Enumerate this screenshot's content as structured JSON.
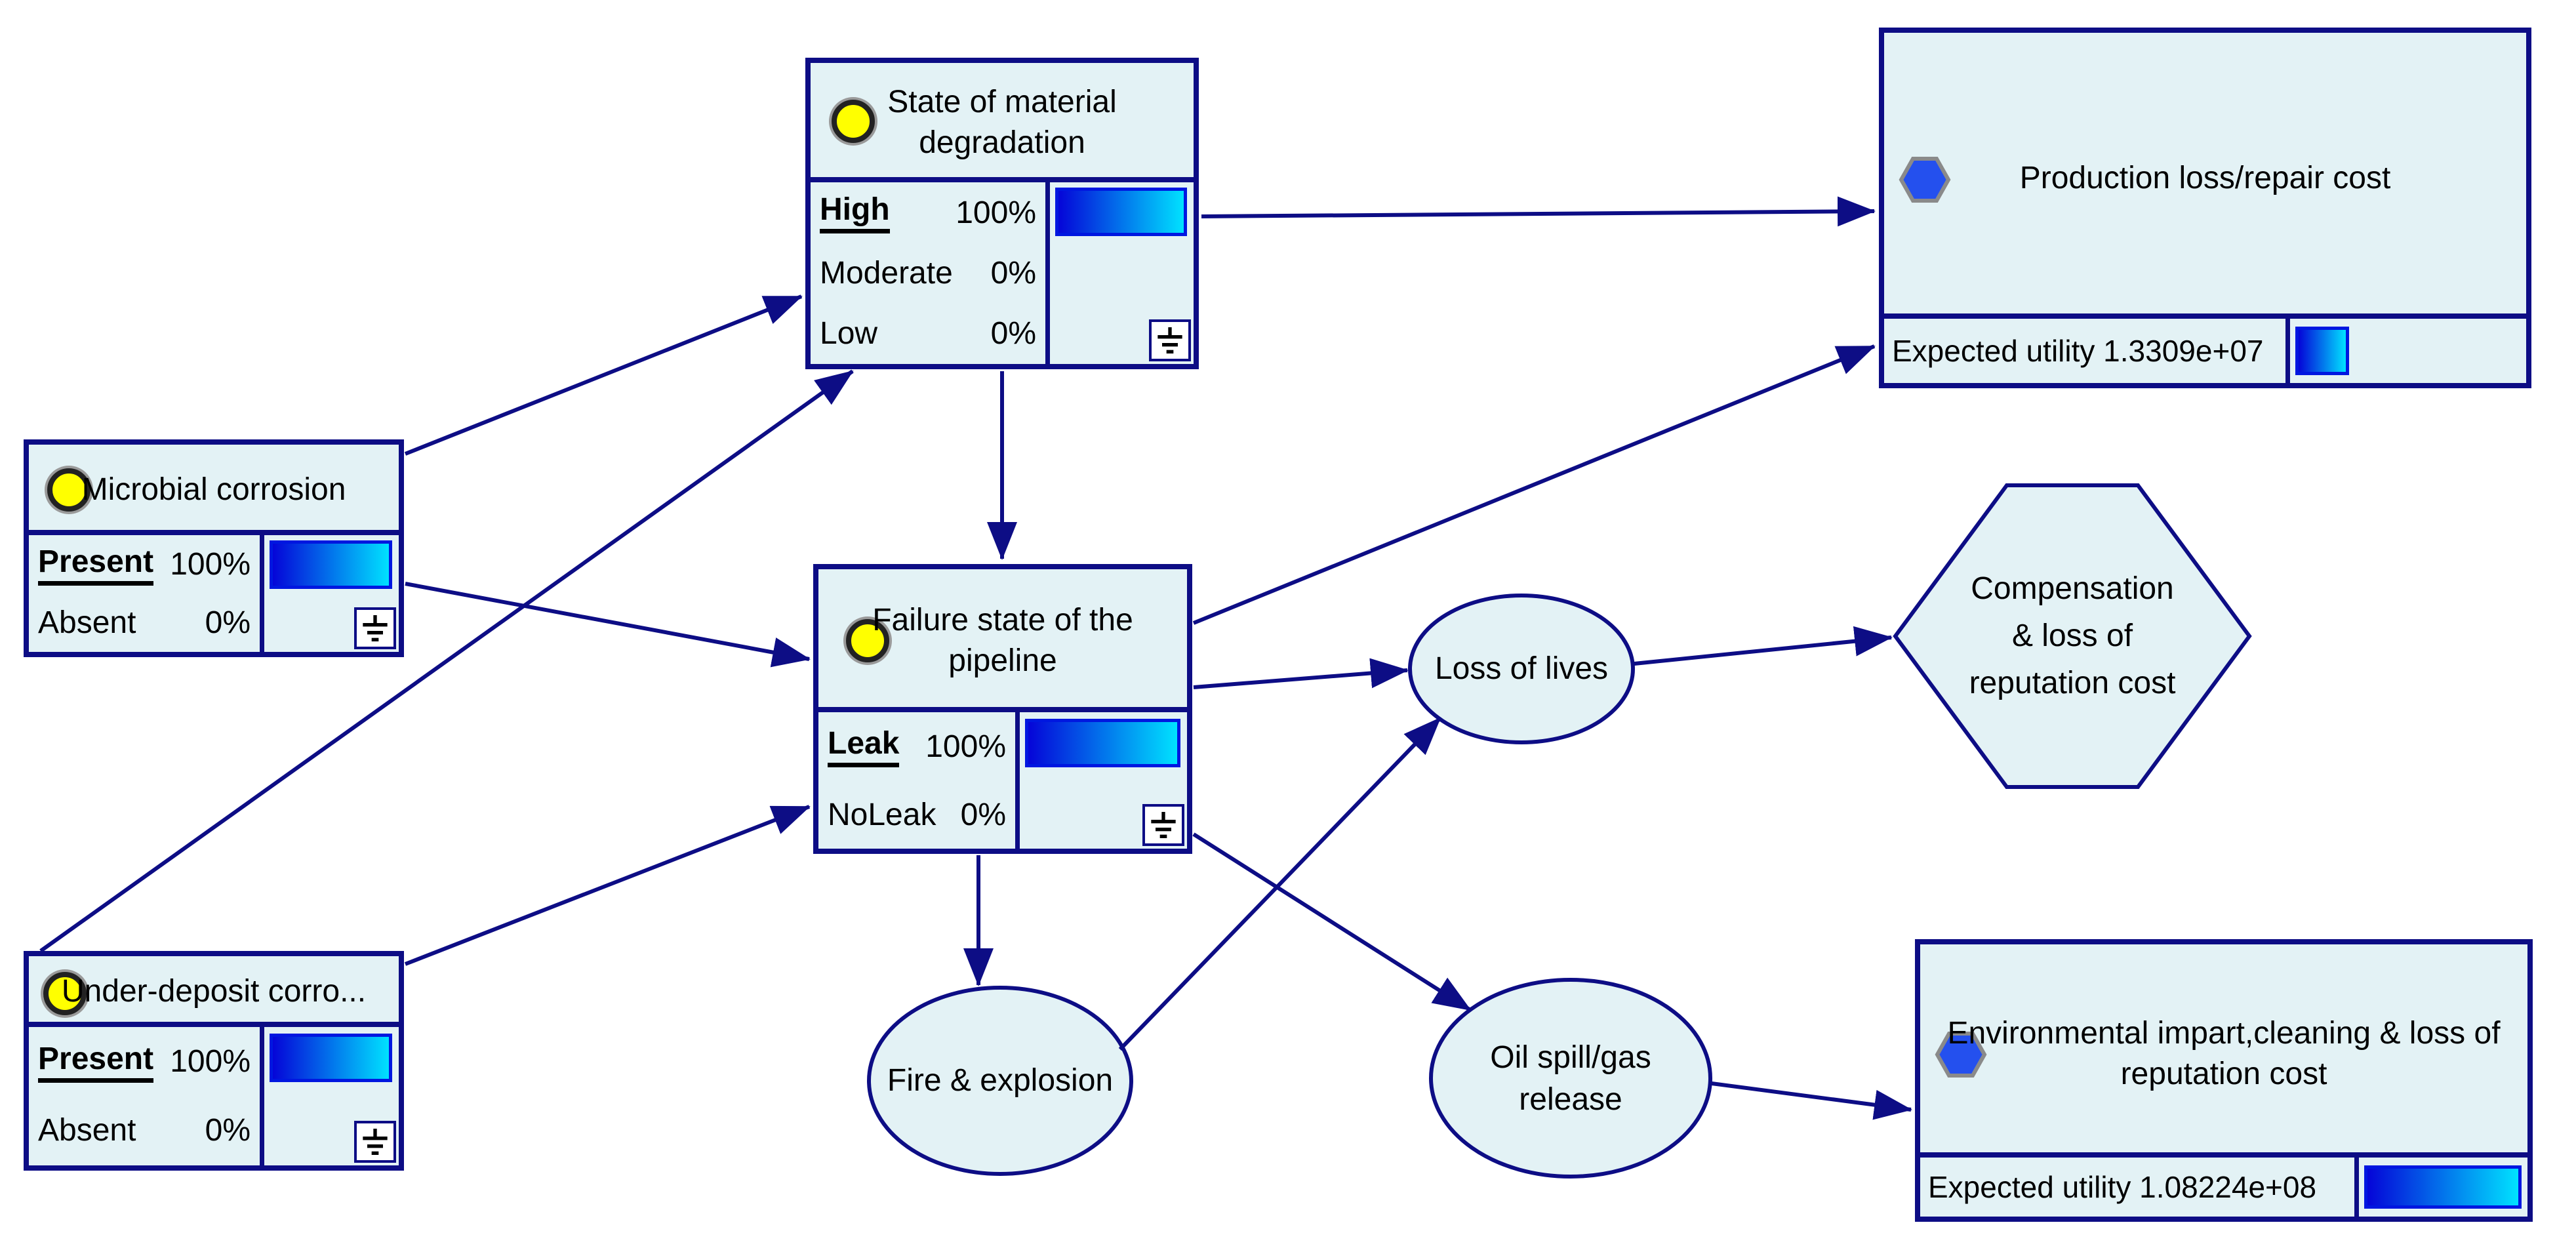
{
  "diagram_title": "Pipeline failure influence diagram",
  "colors": {
    "canvas_bg": "#ffffff",
    "node_fill": "#e3f2f5",
    "node_border": "#0d0d85",
    "arrow": "#0d0d85",
    "bar_gradient_start": "#0505d8",
    "bar_gradient_end": "#00e2ff",
    "bar_border": "#0017e0",
    "chance_icon_fill": "#ffff00",
    "utility_icon_fill": "#2450ee"
  },
  "icons": {
    "chance": "yellow-circle-icon",
    "utility": "blue-hexagon-icon",
    "evidence": "ground-evidence-icon"
  },
  "nodes": {
    "microbial": {
      "title": "Microbial corrosion",
      "states": [
        {
          "name": "Present",
          "value": "100%",
          "percent": 100,
          "active": true
        },
        {
          "name": "Absent",
          "value": "0%",
          "percent": 0,
          "active": false
        }
      ]
    },
    "underdeposit": {
      "title": "Under-deposit corro...",
      "states": [
        {
          "name": "Present",
          "value": "100%",
          "percent": 100,
          "active": true
        },
        {
          "name": "Absent",
          "value": "0%",
          "percent": 0,
          "active": false
        }
      ]
    },
    "matdeg": {
      "title_lines": [
        "State of material",
        "degradation"
      ],
      "states": [
        {
          "name": "High",
          "value": "100%",
          "percent": 100,
          "active": true
        },
        {
          "name": "Moderate",
          "value": "0%",
          "percent": 0,
          "active": false
        },
        {
          "name": "Low",
          "value": "0%",
          "percent": 0,
          "active": false
        }
      ]
    },
    "failure": {
      "title_lines": [
        "Failure state of the",
        "pipeline"
      ],
      "states": [
        {
          "name": "Leak",
          "value": "100%",
          "percent": 100,
          "active": true
        },
        {
          "name": "NoLeak",
          "value": "0%",
          "percent": 0,
          "active": false
        }
      ]
    },
    "production": {
      "title": "Production loss/repair cost",
      "utility_label": "Expected utility",
      "utility_value": "1.3309e+07"
    },
    "environmental": {
      "title_lines": [
        "Environmental impart,cleaning & loss of",
        "reputation cost"
      ],
      "utility_label": "Expected utility",
      "utility_value": "1.08224e+08"
    },
    "fire": {
      "label": "Fire & explosion"
    },
    "lives": {
      "label": "Loss of lives"
    },
    "oilspill": {
      "label_lines": [
        "Oil spill/gas",
        "release"
      ]
    },
    "compensation": {
      "label_lines": [
        "Compensation",
        "& loss of",
        "reputation cost"
      ]
    }
  },
  "edges": [
    {
      "from": "microbial",
      "to": "matdeg"
    },
    {
      "from": "microbial",
      "to": "failure"
    },
    {
      "from": "underdeposit",
      "to": "matdeg"
    },
    {
      "from": "underdeposit",
      "to": "failure"
    },
    {
      "from": "matdeg",
      "to": "failure"
    },
    {
      "from": "matdeg",
      "to": "production"
    },
    {
      "from": "failure",
      "to": "production"
    },
    {
      "from": "failure",
      "to": "lives"
    },
    {
      "from": "failure",
      "to": "fire"
    },
    {
      "from": "failure",
      "to": "oilspill"
    },
    {
      "from": "fire",
      "to": "lives"
    },
    {
      "from": "lives",
      "to": "compensation"
    },
    {
      "from": "oilspill",
      "to": "environmental"
    }
  ]
}
